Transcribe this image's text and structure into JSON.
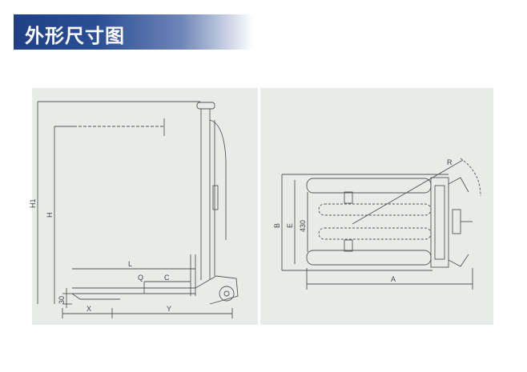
{
  "header": {
    "title": "外形尺寸图"
  },
  "side_view": {
    "labels": {
      "h1": "H1",
      "h": "H",
      "l": "L",
      "q": "Q",
      "c": "C",
      "dim30": "30",
      "x": "X",
      "y": "Y"
    }
  },
  "top_view": {
    "labels": {
      "b": "B",
      "e": "E",
      "dim430": "430",
      "a": "A",
      "r": "R"
    }
  }
}
